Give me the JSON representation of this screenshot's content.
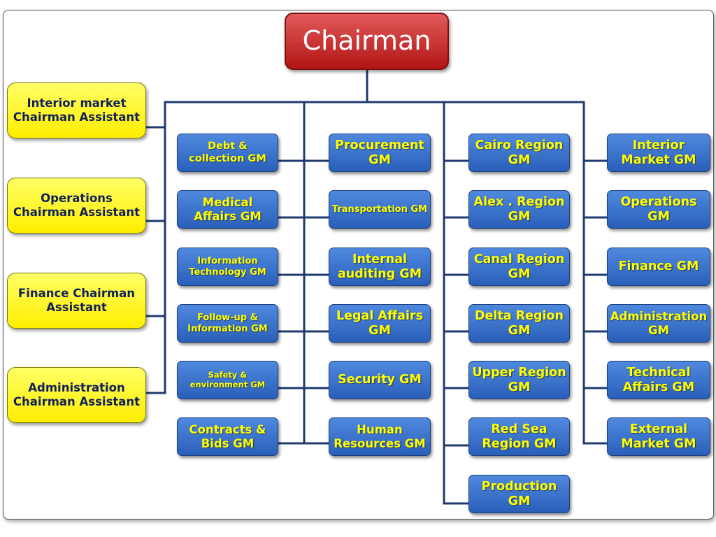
{
  "chairman": "Chairman",
  "assistants": [
    "Interior market Chairman Assistant",
    "Operations Chairman Assistant",
    "Finance Chairman Assistant",
    "Administration Chairman Assistant"
  ],
  "col1": [
    "Debt & collection GM",
    "Medical Affairs GM",
    "Information Technology GM",
    "Follow-up & Information GM",
    "Safety & environment GM",
    "Contracts & Bids GM"
  ],
  "col2": [
    "Procurement GM",
    "Transportation GM",
    "Internal auditing GM",
    "Legal Affairs GM",
    "Security GM",
    "Human Resources GM"
  ],
  "col3": [
    "Cairo Region GM",
    "Alex . Region GM",
    "Canal Region GM",
    "Delta Region GM",
    "Upper Region GM",
    "Red Sea Region GM",
    "Production GM"
  ],
  "col4": [
    "Interior Market GM",
    "Operations GM",
    "Finance GM",
    "Administration GM",
    "Technical Affairs GM",
    "External Market GM"
  ],
  "colors": {
    "chairman": "#c62828",
    "assistant": "#ffff33",
    "gm_box": "#3a72cc",
    "gm_text": "#ffff00",
    "connector": "#1f3a6e"
  }
}
